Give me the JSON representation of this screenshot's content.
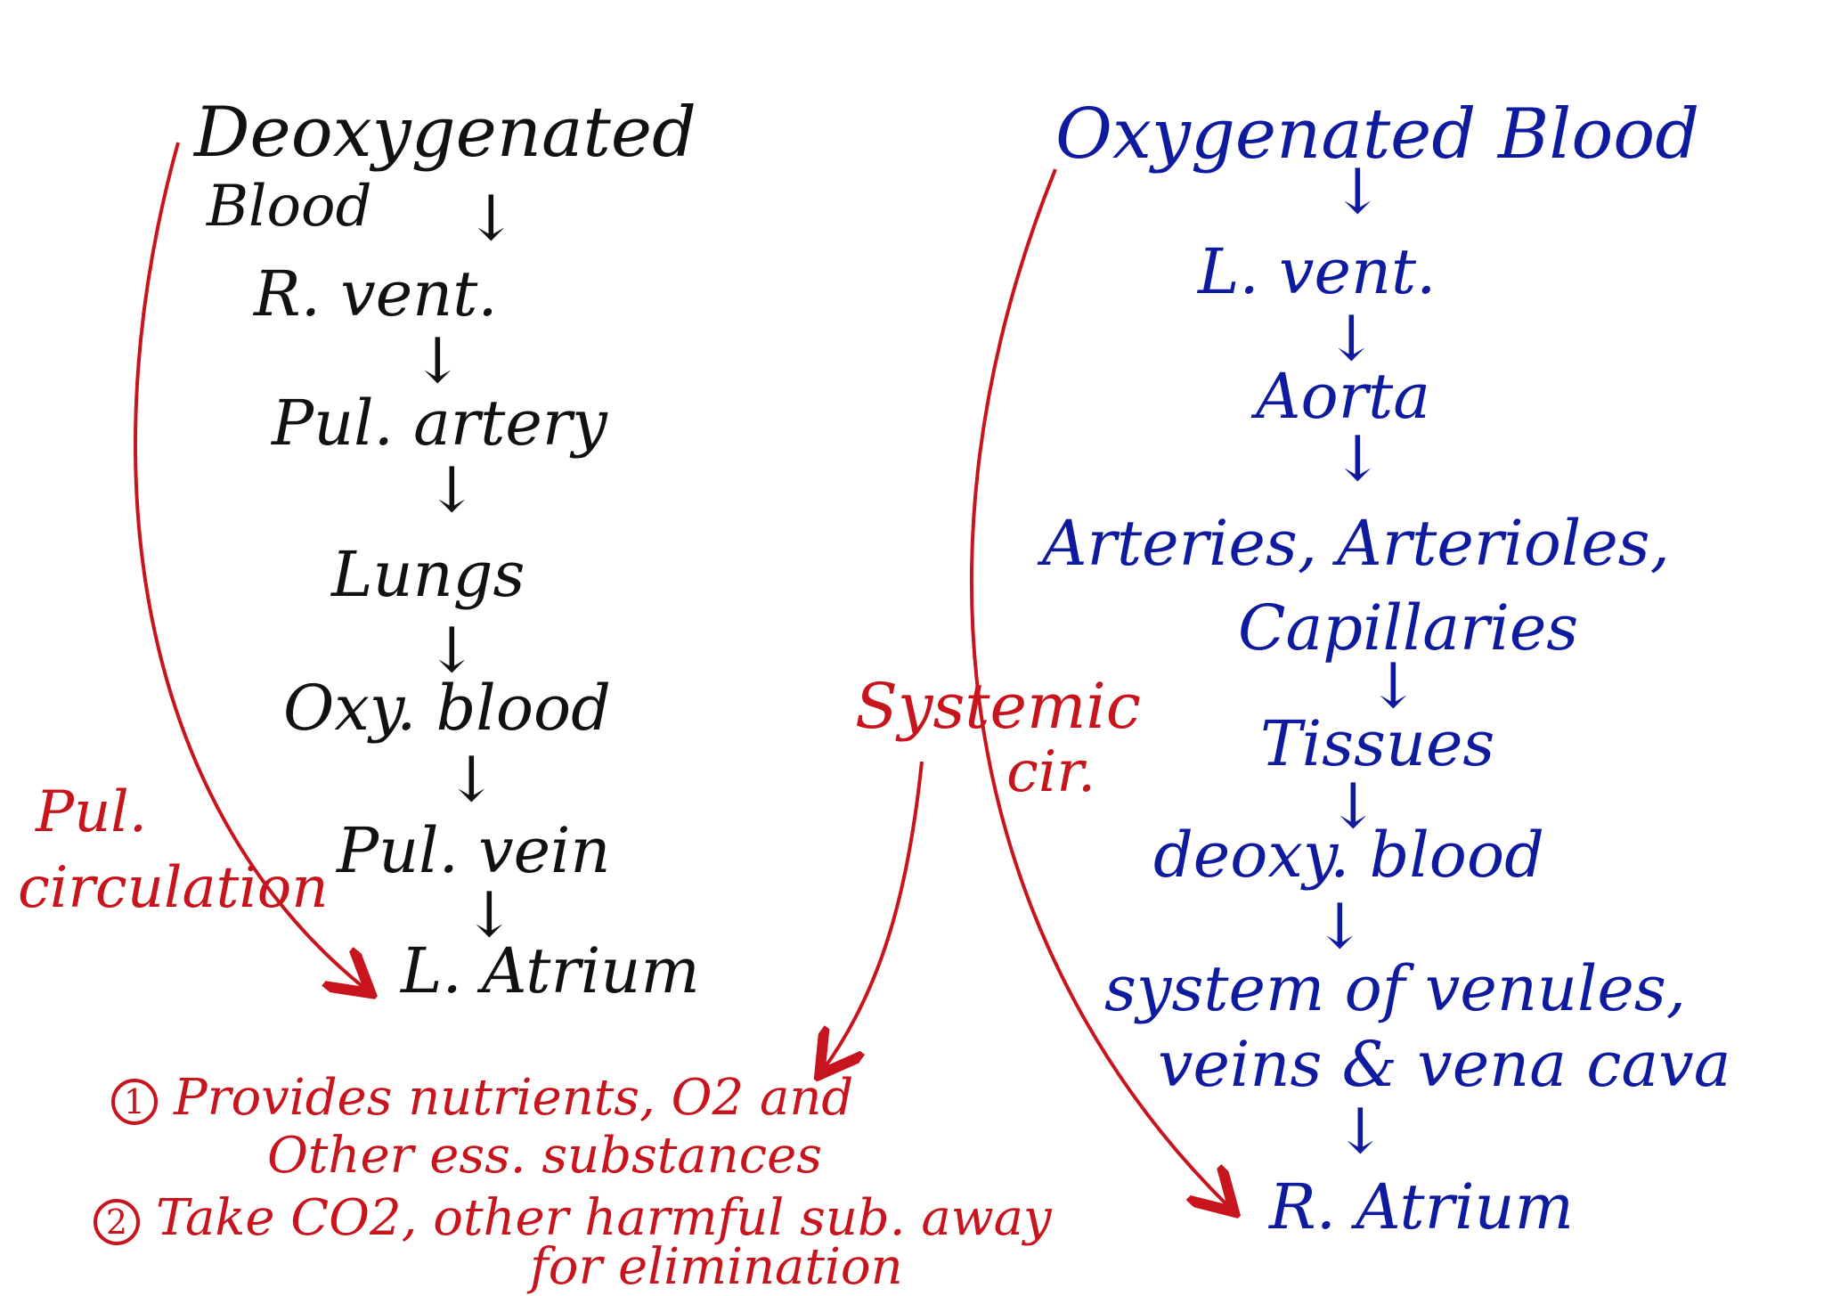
{
  "pulmonary": {
    "steps": [
      "Deoxygenated",
      "Blood",
      "R. vent.",
      "Pul. artery",
      "Lungs",
      "Oxy. blood",
      "Pul. vein",
      "L. Atrium"
    ],
    "label_line1": "Pul.",
    "label_line2": "circulation"
  },
  "systemic": {
    "steps": [
      "Oxygenated Blood",
      "L. vent.",
      "Aorta",
      "Arteries, Arterioles,",
      "Capillaries",
      "Tissues",
      "deoxy. blood",
      "system of venules,",
      "veins & vena cava",
      "R. Atrium"
    ],
    "label_line1": "Systemic",
    "label_line2": "cir."
  },
  "notes": {
    "point1_num": "1",
    "point1_line1": "Provides nutrients, O2 and",
    "point1_line2": "Other ess. substances",
    "point2_num": "2",
    "point2_line1": "Take CO2, other harmful sub. away",
    "point2_line2": "for elimination"
  },
  "colors": {
    "pulmonary_text": "#111111",
    "systemic_text": "#0f1b9e",
    "annotation": "#c8141c"
  }
}
